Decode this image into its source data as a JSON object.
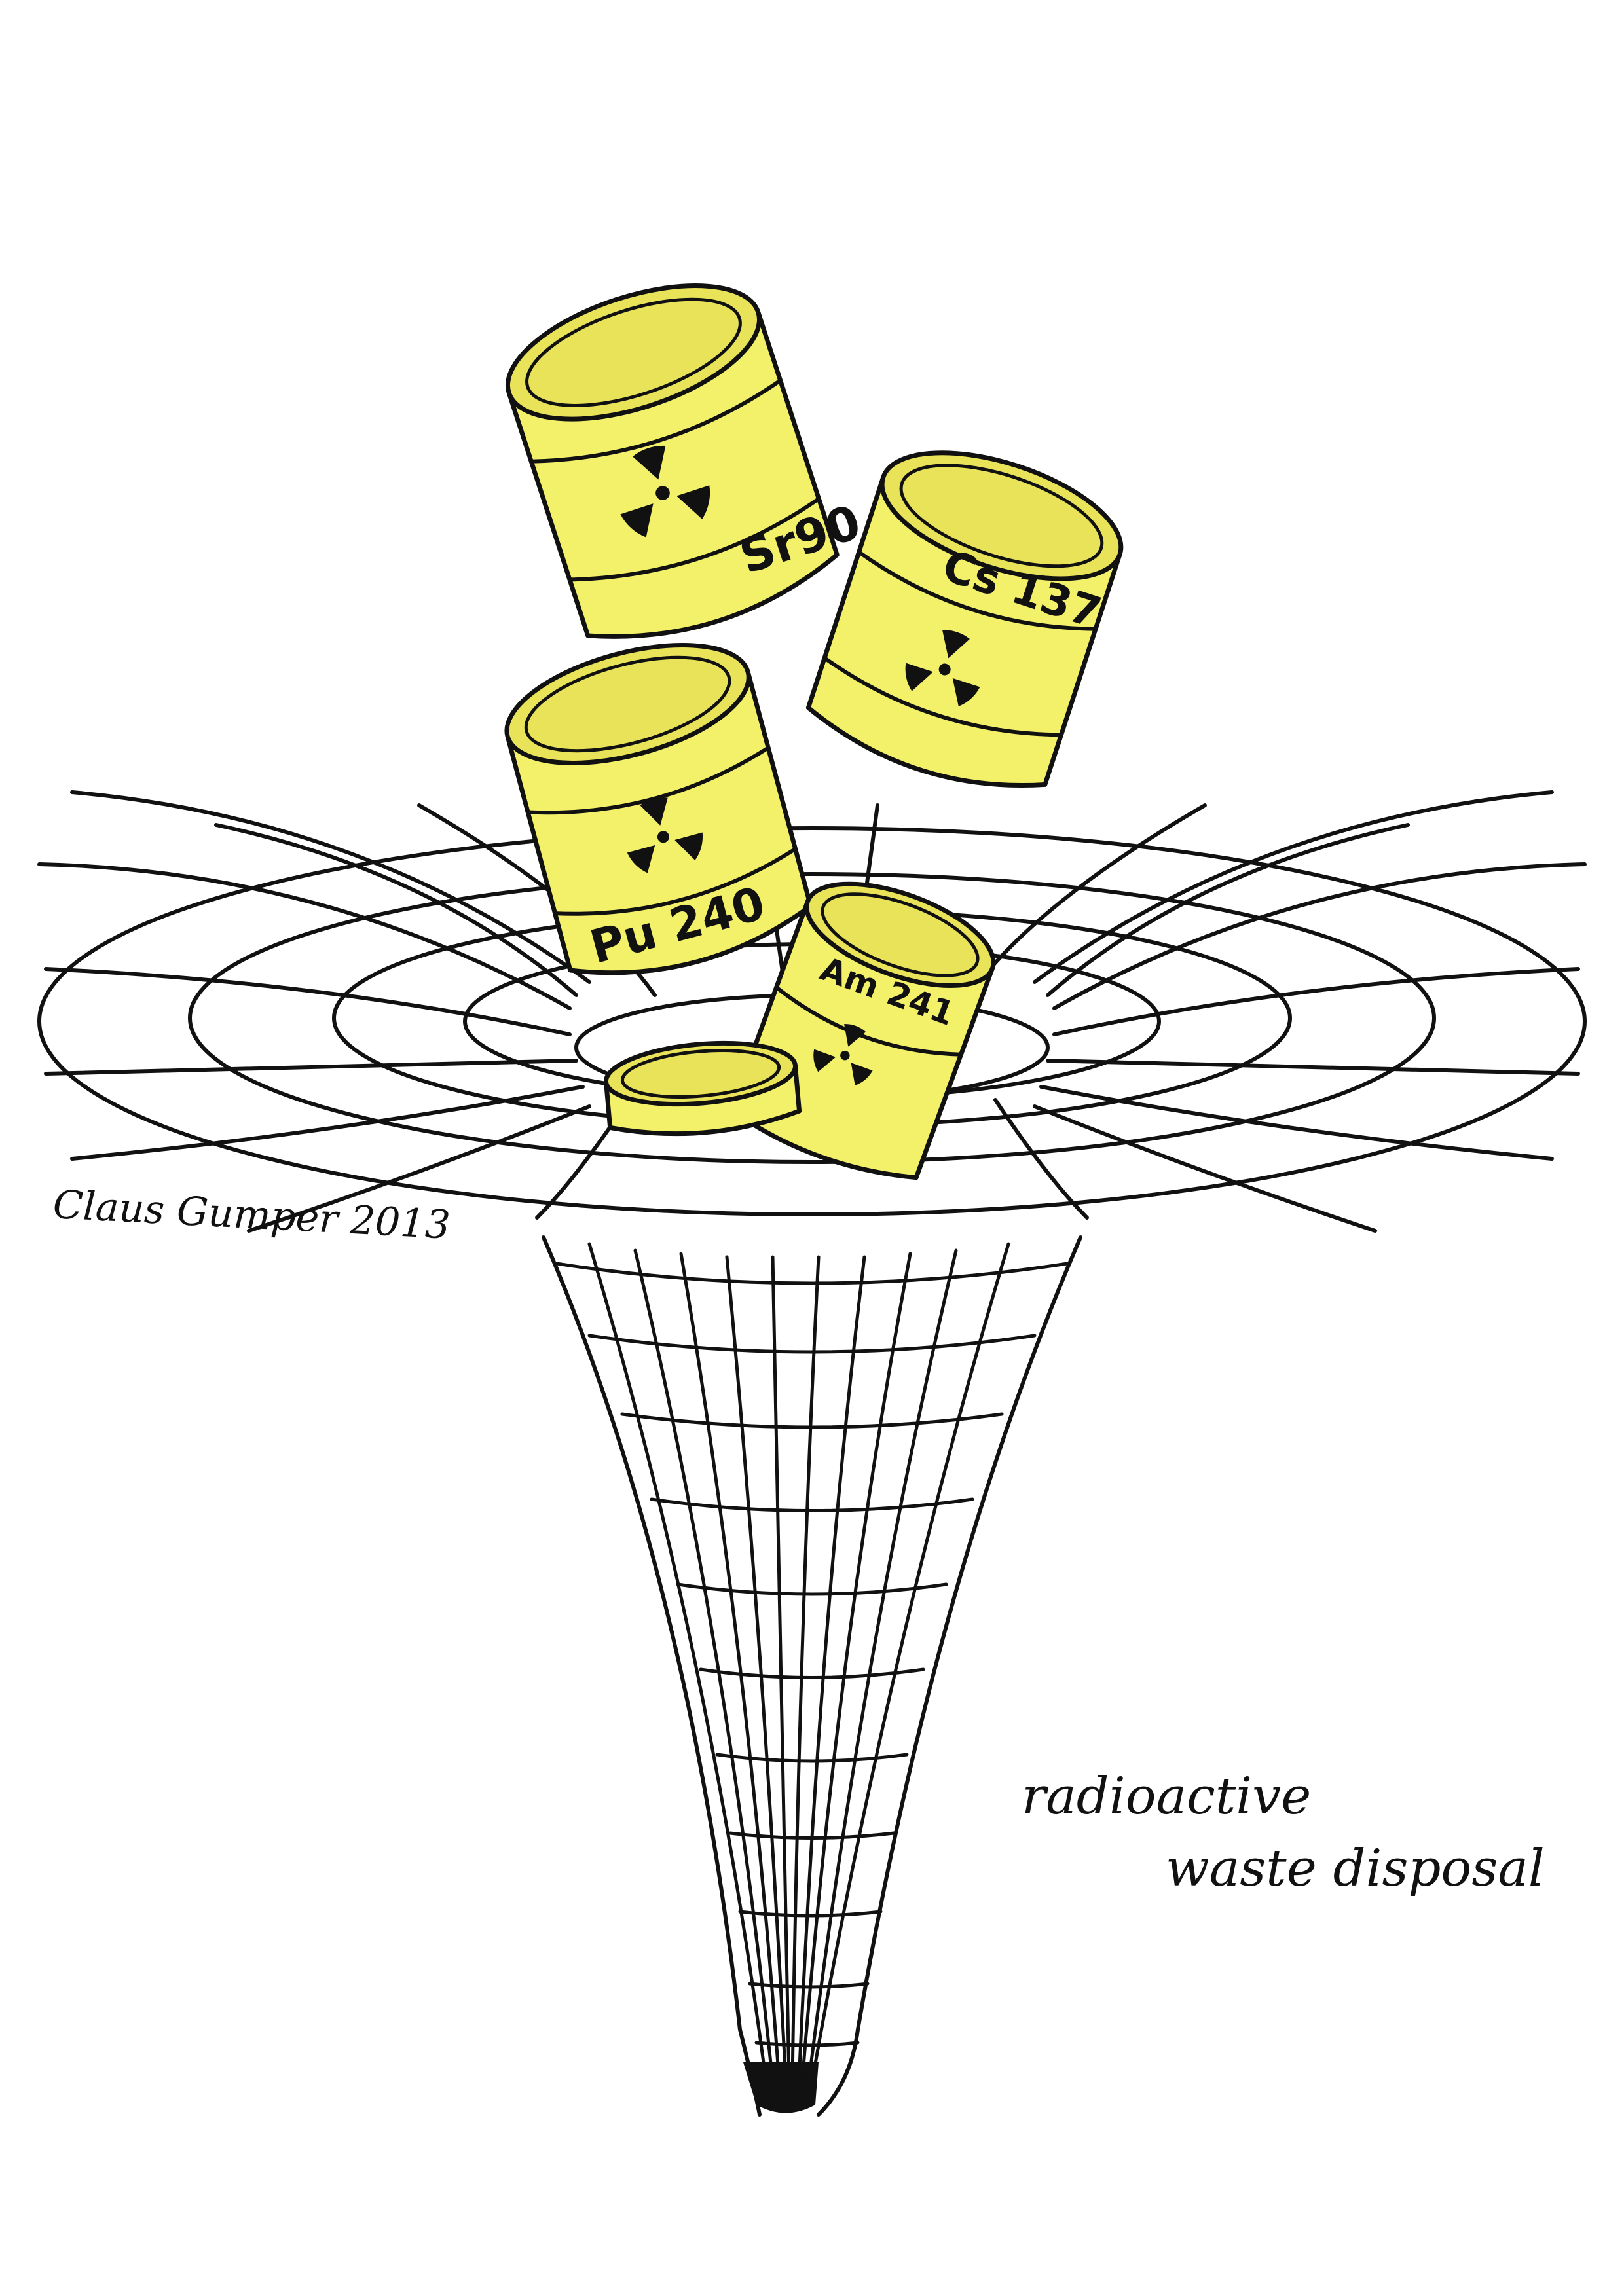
{
  "barrels": [
    {
      "label": "Sr90"
    },
    {
      "label": "Cs 137"
    },
    {
      "label": "Pu 240"
    },
    {
      "label": "Am 241"
    }
  ],
  "signature": "Claus Gumper 2013",
  "caption": {
    "line1": "radioactive",
    "line2": "waste disposal"
  },
  "colors": {
    "barrel_fill": "#f3f06a",
    "ink": "#111111",
    "paper": "#ffffff"
  },
  "icons": [
    "radiation-trefoil-icon"
  ]
}
